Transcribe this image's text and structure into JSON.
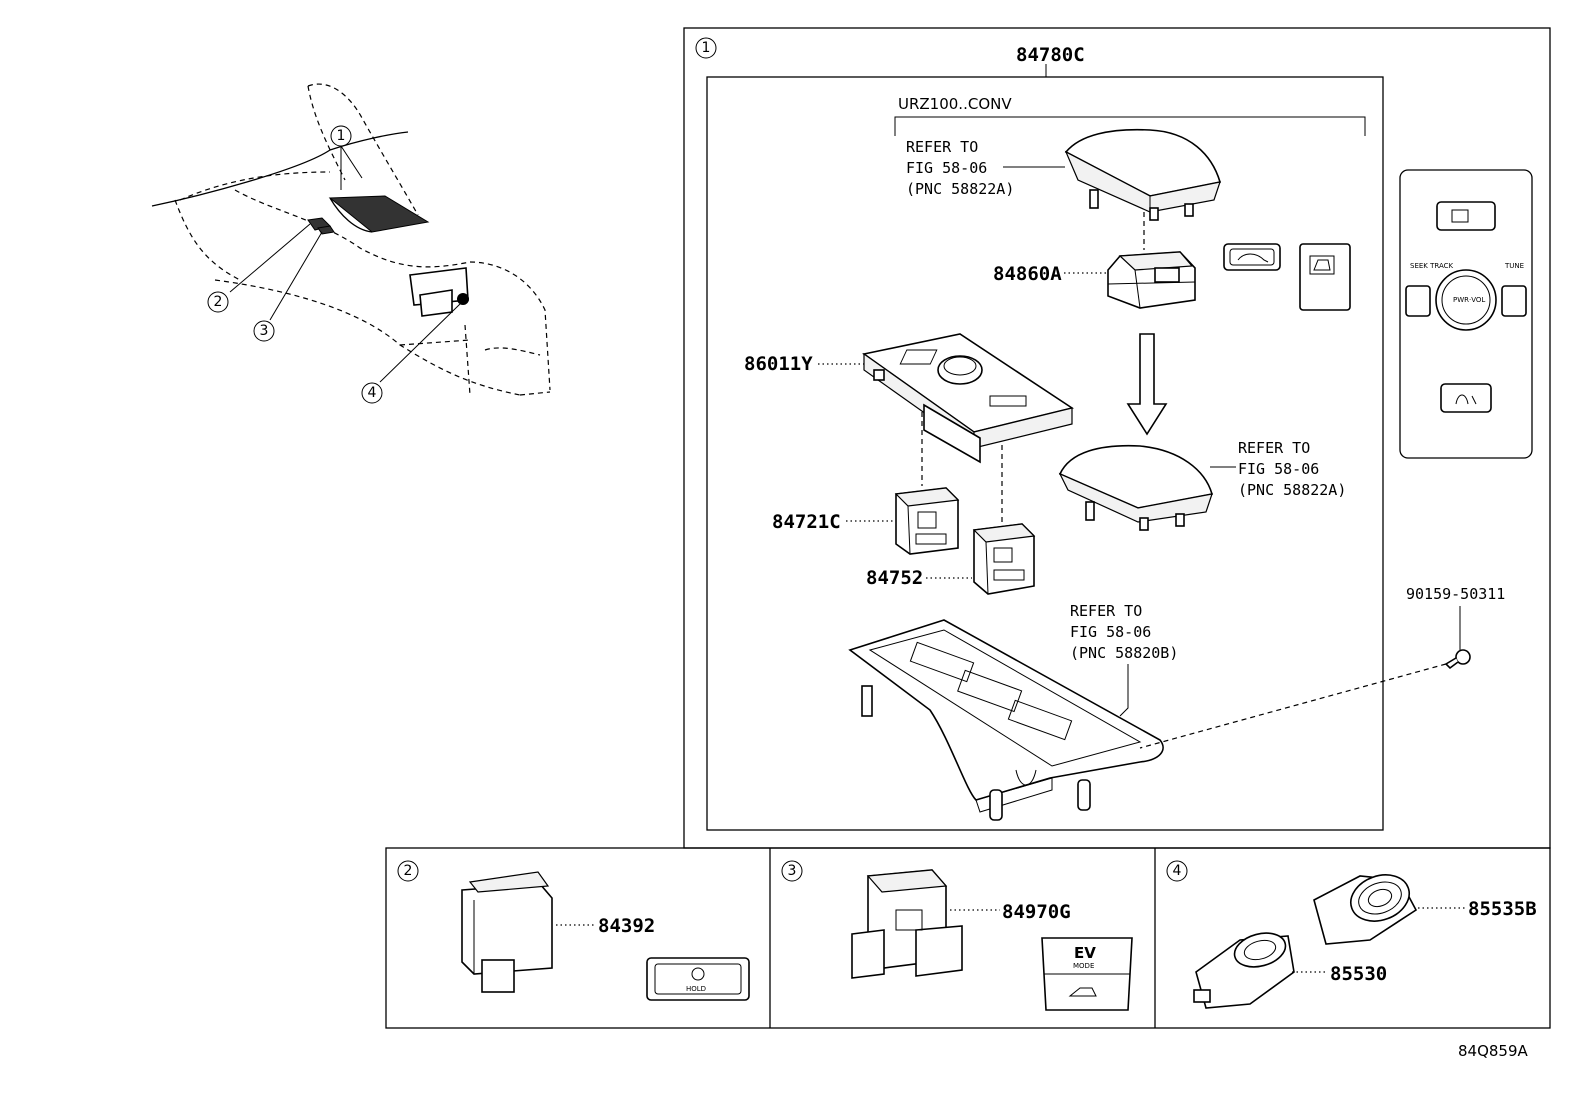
{
  "labels": {
    "assembly": "84780C",
    "variant": "URZ100..CONV",
    "refer_top": [
      "REFER TO",
      "FIG 58-06",
      "(PNC 58822A)"
    ],
    "refer_mid": [
      "REFER TO",
      "FIG 58-06",
      "(PNC 58822A)"
    ],
    "refer_bottom": [
      "REFER TO",
      "FIG 58-06",
      "(PNC 58820B)"
    ],
    "p84860A": "84860A",
    "p86011Y": "86011Y",
    "p84721C": "84721C",
    "p84752": "84752",
    "screw": "90159-50311",
    "p84392": "84392",
    "p84970G": "84970G",
    "p85535B": "85535B",
    "p85530": "85530",
    "diagram_code": "84Q859A"
  },
  "callouts": [
    "1",
    "2",
    "3",
    "4"
  ],
  "switch_text": {
    "hold": "HOLD",
    "ev": "EV",
    "ev_mode": "MODE",
    "seek_track": "SEEK TRACK",
    "tune": "TUNE",
    "pwr_vol": "PWR·VOL"
  },
  "icons": [
    "trunk-opener-icon",
    "park-assist-icon",
    "brake-hold-icon",
    "drive-mode-icon",
    "seat-climate-icon"
  ]
}
